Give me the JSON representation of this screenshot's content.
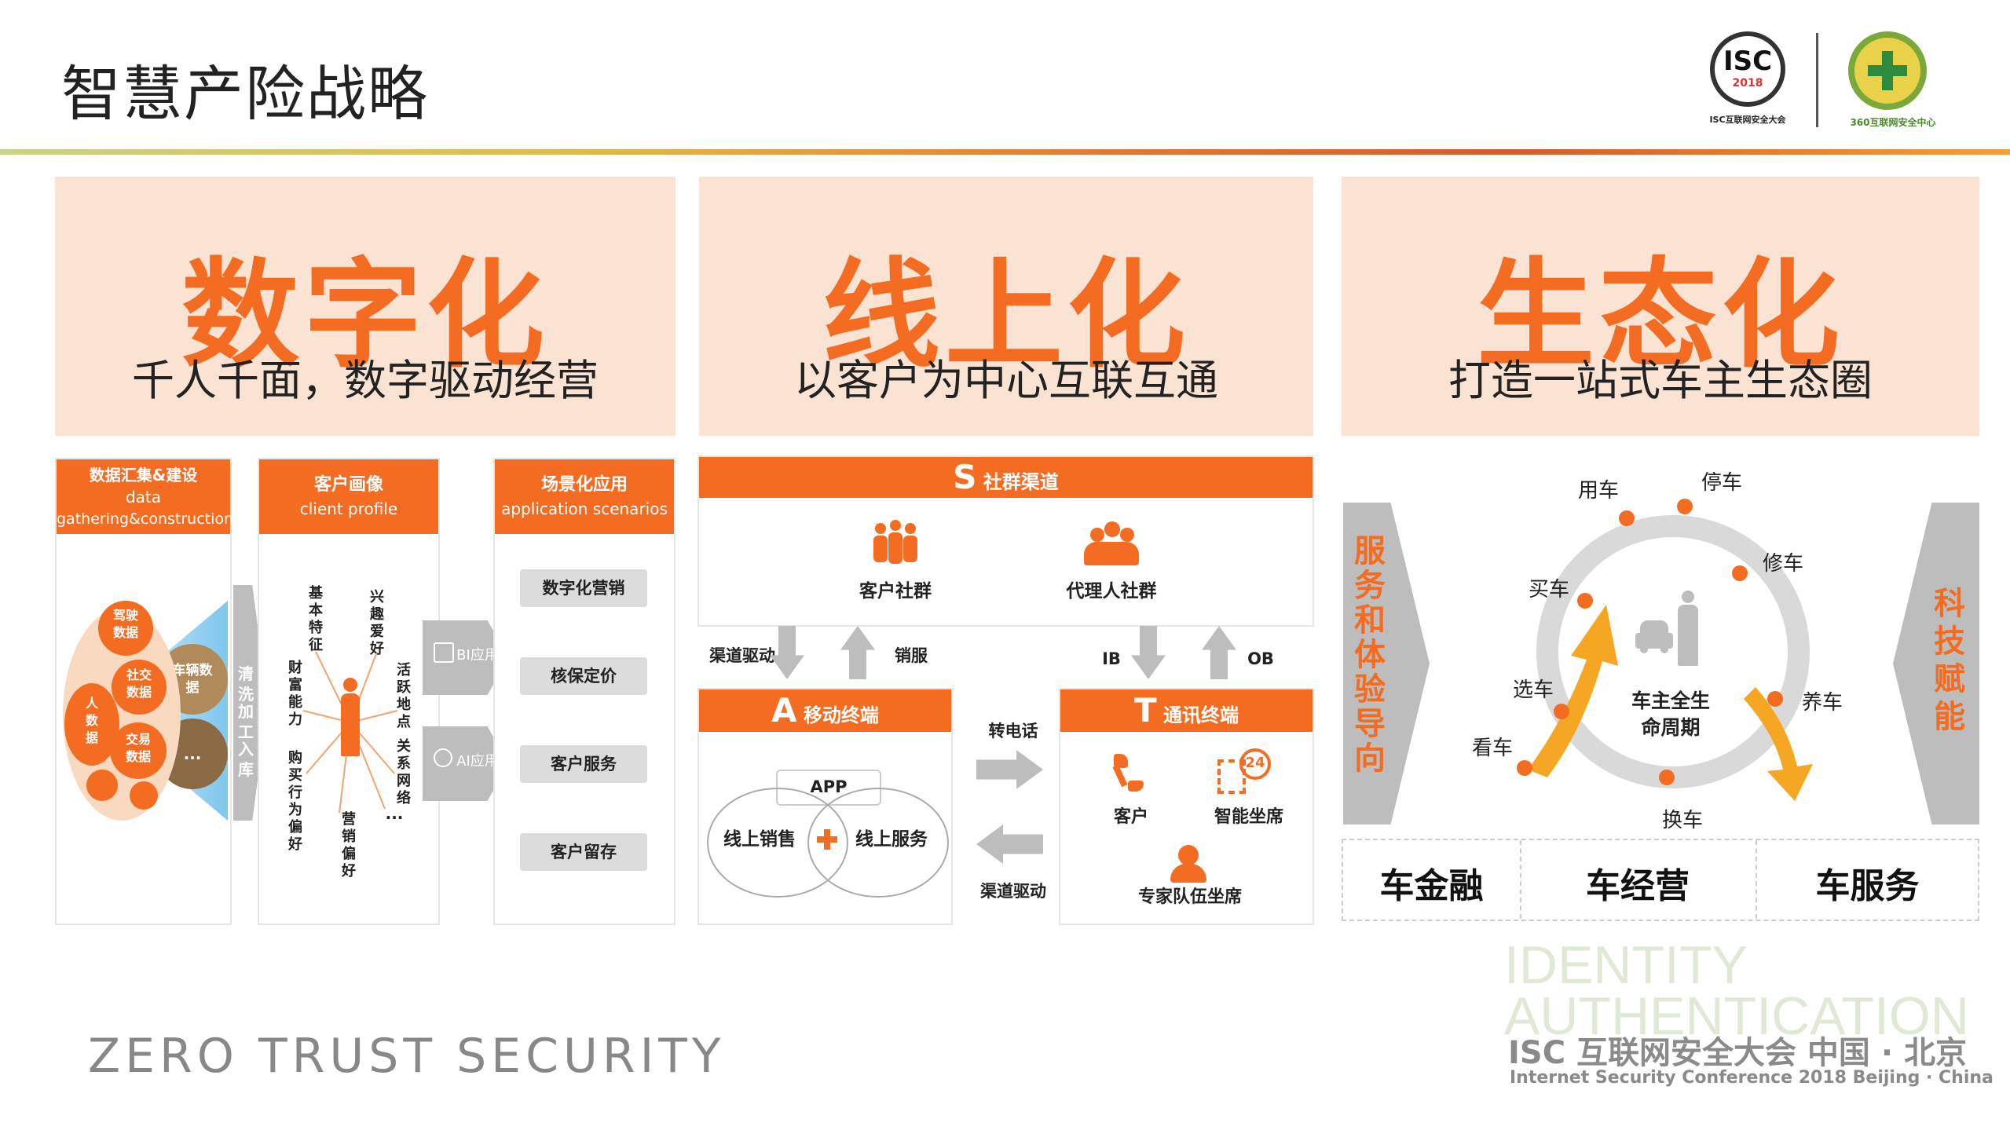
{
  "page": {
    "title": "智慧产险战略",
    "colors": {
      "orange": "#f36c21",
      "peach": "#fbe3d4",
      "grey": "#bdbdbd",
      "yellow": "#f5a623"
    }
  },
  "logos": {
    "isc": {
      "mark": "ISC",
      "year": "2018",
      "caption": "ISC互联网安全大会"
    },
    "center": {
      "caption": "360互联网安全中心"
    }
  },
  "pillars": [
    {
      "title": "数字化",
      "subtitle": "千人千面，数字驱动经营"
    },
    {
      "title": "线上化",
      "subtitle": "以客户为中心互联互通"
    },
    {
      "title": "生态化",
      "subtitle": "打造一站式车主生态圈"
    }
  ],
  "digital": {
    "col1": {
      "header_cn": "数据汇集&建设",
      "header_en1": "data",
      "header_en2": "gathering&construction",
      "bubbles": [
        "驾驶数据",
        "社交数据",
        "人数据",
        "交易数据",
        "车辆数据",
        "..."
      ]
    },
    "process": [
      "清洗",
      "加工",
      "入库"
    ],
    "col2": {
      "header_cn": "客户画像",
      "header_en": "client profile",
      "traits": [
        "基本特征",
        "兴趣爱好",
        "财富能力",
        "活跃地点",
        "购买行为偏好",
        "关系网络",
        "营销偏好",
        "..."
      ]
    },
    "apps": [
      "BI应用",
      "AI应用"
    ],
    "col3": {
      "header_cn": "场景化应用",
      "header_en": "application scenarios",
      "items": [
        "数字化营销",
        "核保定价",
        "客户服务",
        "客户留存"
      ]
    }
  },
  "online": {
    "s": {
      "letter": "S",
      "label": "社群渠道",
      "items": [
        "客户社群",
        "代理人社群"
      ]
    },
    "a_arrows": {
      "left": "渠道驱动",
      "right": "销服"
    },
    "t_arrows": {
      "left": "IB",
      "right": "OB"
    },
    "a": {
      "letter": "A",
      "label": "移动终端",
      "app": "APP",
      "left": "线上销售",
      "right": "线上服务"
    },
    "mid": {
      "top": "转电话",
      "bottom": "渠道驱动"
    },
    "t": {
      "letter": "T",
      "label": "通讯终端",
      "items": [
        "客户",
        "智能坐席",
        "专家队伍坐席"
      ],
      "badge": "24"
    }
  },
  "eco": {
    "left_arrow": "服务和体验导向",
    "right_arrow": "科技赋能",
    "center": "车主全生命周期",
    "stages": [
      "看车",
      "选车",
      "买车",
      "用车",
      "停车",
      "修车",
      "养车",
      "换车"
    ],
    "tabs": [
      "车金融",
      "车经营",
      "车服务"
    ]
  },
  "footer": {
    "left": "ZERO TRUST SECURITY",
    "wm_words": [
      "IDENTITY",
      "AUTHENTICATION"
    ],
    "conf_cn": "ISC 互联网安全大会 中国 · 北京",
    "conf_en": "Internet Security Conference 2018  Beijing · China"
  }
}
